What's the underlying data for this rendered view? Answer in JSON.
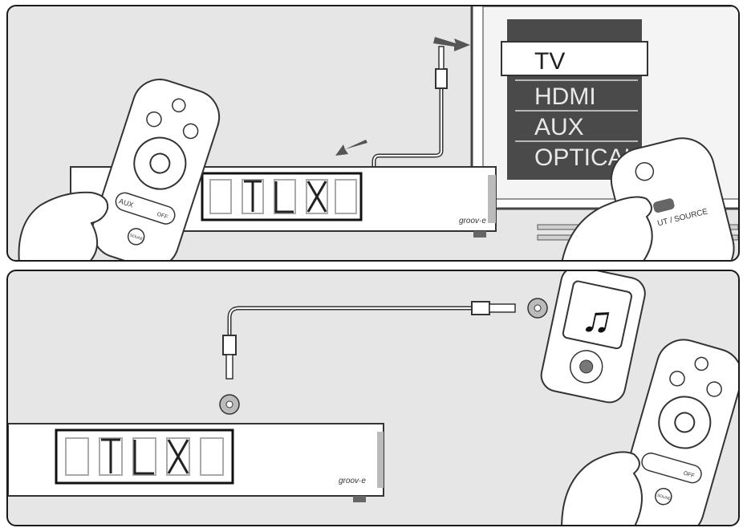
{
  "top_panel": {
    "tv_menu": {
      "items": [
        {
          "label": "TV",
          "selected": true
        },
        {
          "label": "HDMI",
          "selected": false
        },
        {
          "label": "AUX",
          "selected": false
        },
        {
          "label": "OPTICAL",
          "selected": false
        }
      ]
    },
    "remote": {
      "aux_label": "AUX",
      "off_label": "OFF",
      "sound_label": "SOUND"
    },
    "tv_remote": {
      "source_label": "UT / SOURCE"
    },
    "brand": "groov·e"
  },
  "bottom_panel": {
    "remote": {
      "off_label": "OFF",
      "sound_label": "SOUND"
    },
    "brand": "groov·e"
  },
  "colors": {
    "panel_bg": "#e6e6e6",
    "tv_screen": "#4a4a4a",
    "outline": "#1a1a1a"
  }
}
